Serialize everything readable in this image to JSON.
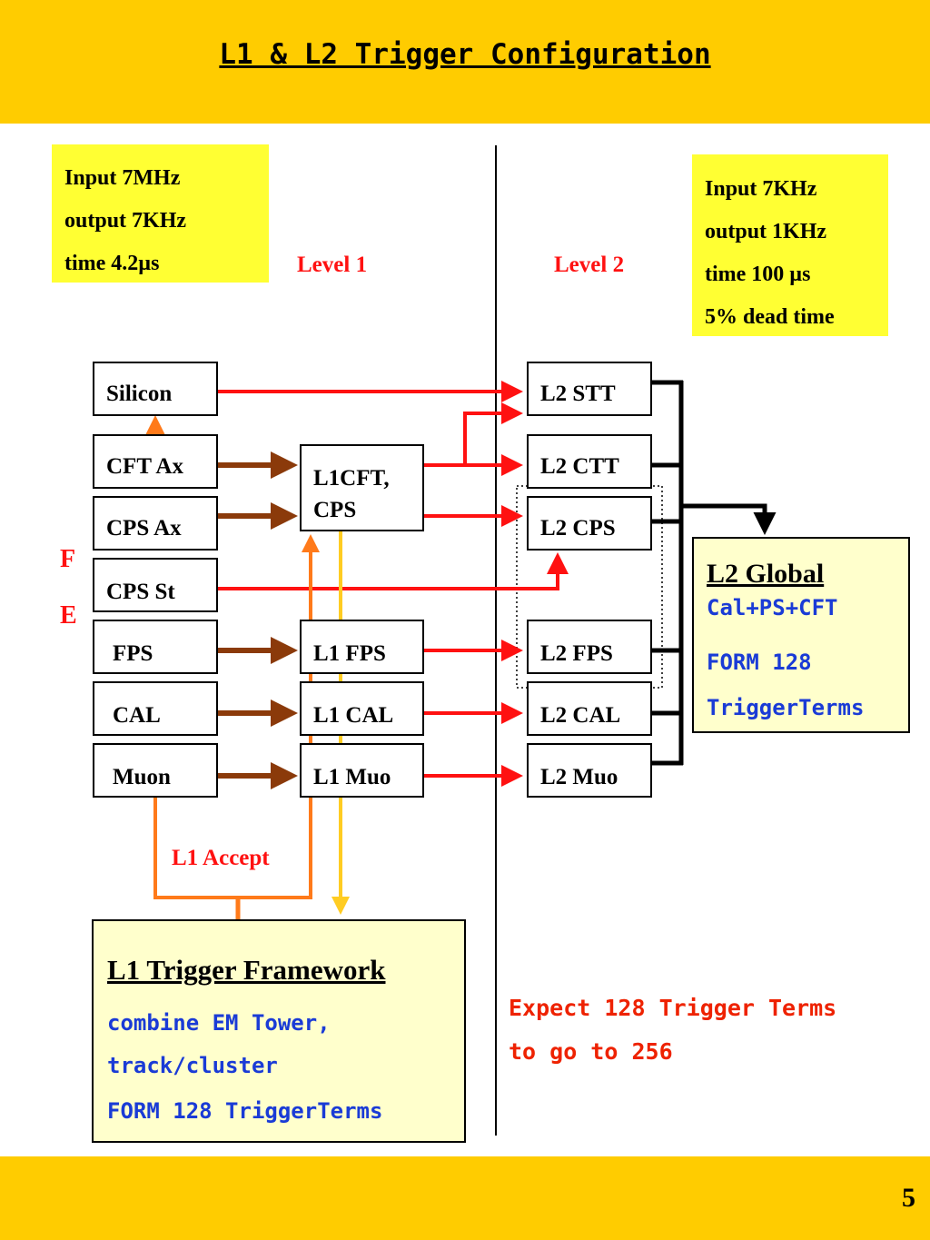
{
  "title": "L1 & L2 Trigger Configuration",
  "page_number": "5",
  "colors": {
    "band": "#ffcc00",
    "red": "#ff1111",
    "brown": "#8b3a0a",
    "orange": "#ff7a1a",
    "yellow": "#ffcc22",
    "blue": "#1a3bd6"
  },
  "level1_note": {
    "line1": "Input 7MHz",
    "line2": "output 7KHz",
    "line3": "time 4.2µs"
  },
  "level2_note": {
    "line1": "Input 7KHz",
    "line2": "output 1KHz",
    "line3": "time 100 µs",
    "line4": "5% dead time"
  },
  "labels": {
    "level1": "Level 1",
    "level2": "Level 2",
    "fe_f": "F",
    "fe_e": "E",
    "l1_accept": "L1 Accept"
  },
  "frontend": {
    "silicon": "Silicon",
    "cft_ax": "CFT Ax",
    "cps_ax": "CPS Ax",
    "cps_st": "CPS St",
    "fps": "FPS",
    "cal": "CAL",
    "muon": "Muon"
  },
  "l1": {
    "cft_cps_line1": "L1CFT,",
    "cft_cps_line2": "CPS",
    "fps": "L1 FPS",
    "cal": "L1 CAL",
    "muo": "L1 Muo"
  },
  "l2": {
    "stt": "L2 STT",
    "ctt": "L2 CTT",
    "cps": "L2 CPS",
    "fps": "L2 FPS",
    "cal": "L2 CAL",
    "muo": "L2 Muo"
  },
  "l2_global": {
    "title": "L2 Global",
    "line1": "Cal+PS+CFT",
    "line2": "FORM 128",
    "line3": "TriggerTerms"
  },
  "l1_framework": {
    "title": "L1 Trigger Framework",
    "line1": "combine EM Tower,",
    "line2": "track/cluster",
    "line3": "FORM 128 TriggerTerms"
  },
  "expect_note": {
    "line1": "Expect 128 Trigger Terms",
    "line2": "to go to 256"
  }
}
